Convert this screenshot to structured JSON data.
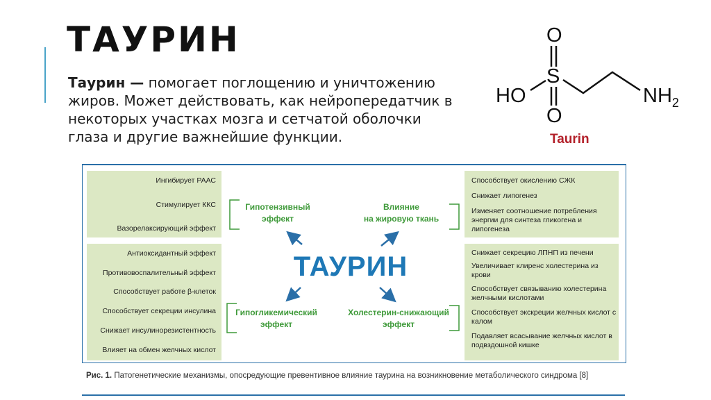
{
  "slide": {
    "title": "ТАУРИН",
    "intro_bold": "Таурин —",
    "intro_text": " помогает поглощению и уничтожению жиров.  Может действовать, как нейропередатчик в некоторых участках мозга и сетчатой оболочки глаза и другие важнейшие функции."
  },
  "molecule": {
    "atoms": {
      "o_top": "O",
      "s": "S",
      "o_bottom": "O",
      "ho": "HO",
      "nh": "NH",
      "nh_sub": "2"
    },
    "caption": "Taurin"
  },
  "figure": {
    "center_title": "ТАУРИН",
    "left_top_items": [
      "Ингибирует РААС",
      "Стимулирует ККС",
      "Вазорелаксирующий эффект"
    ],
    "left_bottom_items": [
      "Антиоксидантный эффект",
      "Противовоспалительный эффект",
      "Способствует работе β-клеток",
      "Способствует секреции инсулина",
      "Снижает инсулинорезистентность",
      "Влияет на обмен желчных кислот"
    ],
    "right_top_items": [
      "Способствует окислению СЖК",
      "Снижает липогенез",
      "Изменяет соотношение потребления энергии для синтеза гликогена и липогенеза"
    ],
    "right_bottom_items": [
      "Снижает секрецию ЛПНП из печени",
      "Увеличивает клиренс холестерина из крови",
      "Способствует связыванию холестерина желчными кислотами",
      "Способствует экскреции желчных кислот с калом",
      "Подавляет всасывание желчных кислот в подвздошной кишке"
    ],
    "effects": {
      "hypotensive": [
        "Гипотензивный",
        "эффект"
      ],
      "fat_tissue": [
        "Влияние",
        "на жировую ткань"
      ],
      "hypoglycemic": [
        "Гипогликемический",
        "эффект"
      ],
      "cholesterol": [
        "Холестерин-снижающий",
        "эффект"
      ]
    },
    "caption_label": "Рис. 1.",
    "caption_text": " Патогенетические механизмы, опосредующие превентивное влияние таурина на возникновение метаболического синдрома [8]"
  },
  "colors": {
    "box_fill": "#dce8c4",
    "effect_green": "#3f9a3a",
    "title_blue": "#1e78b6",
    "arrow_blue": "#2a6fa8",
    "caption_red": "#b3202a"
  }
}
